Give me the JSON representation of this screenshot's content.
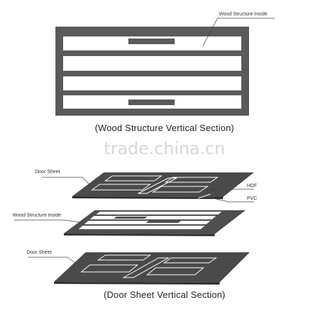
{
  "top_section": {
    "label_inside": "Wood Structure Inside",
    "caption": "(Wood Structure Vertical Section)"
  },
  "watermark": "trade.china.cn",
  "bottom_section": {
    "label_door_sheet_top": "Door Sheet",
    "label_hdf": "HDF",
    "label_pvc": "PVC",
    "label_wood_structure": "Wood Structure Inside",
    "label_door_sheet_bottom": "Door Sheet",
    "caption": "(Door Sheet Vertical Section)"
  },
  "colors": {
    "panel": "#5a5a5a",
    "panel_dark": "#3e3e3e",
    "line": "#ffffff"
  }
}
